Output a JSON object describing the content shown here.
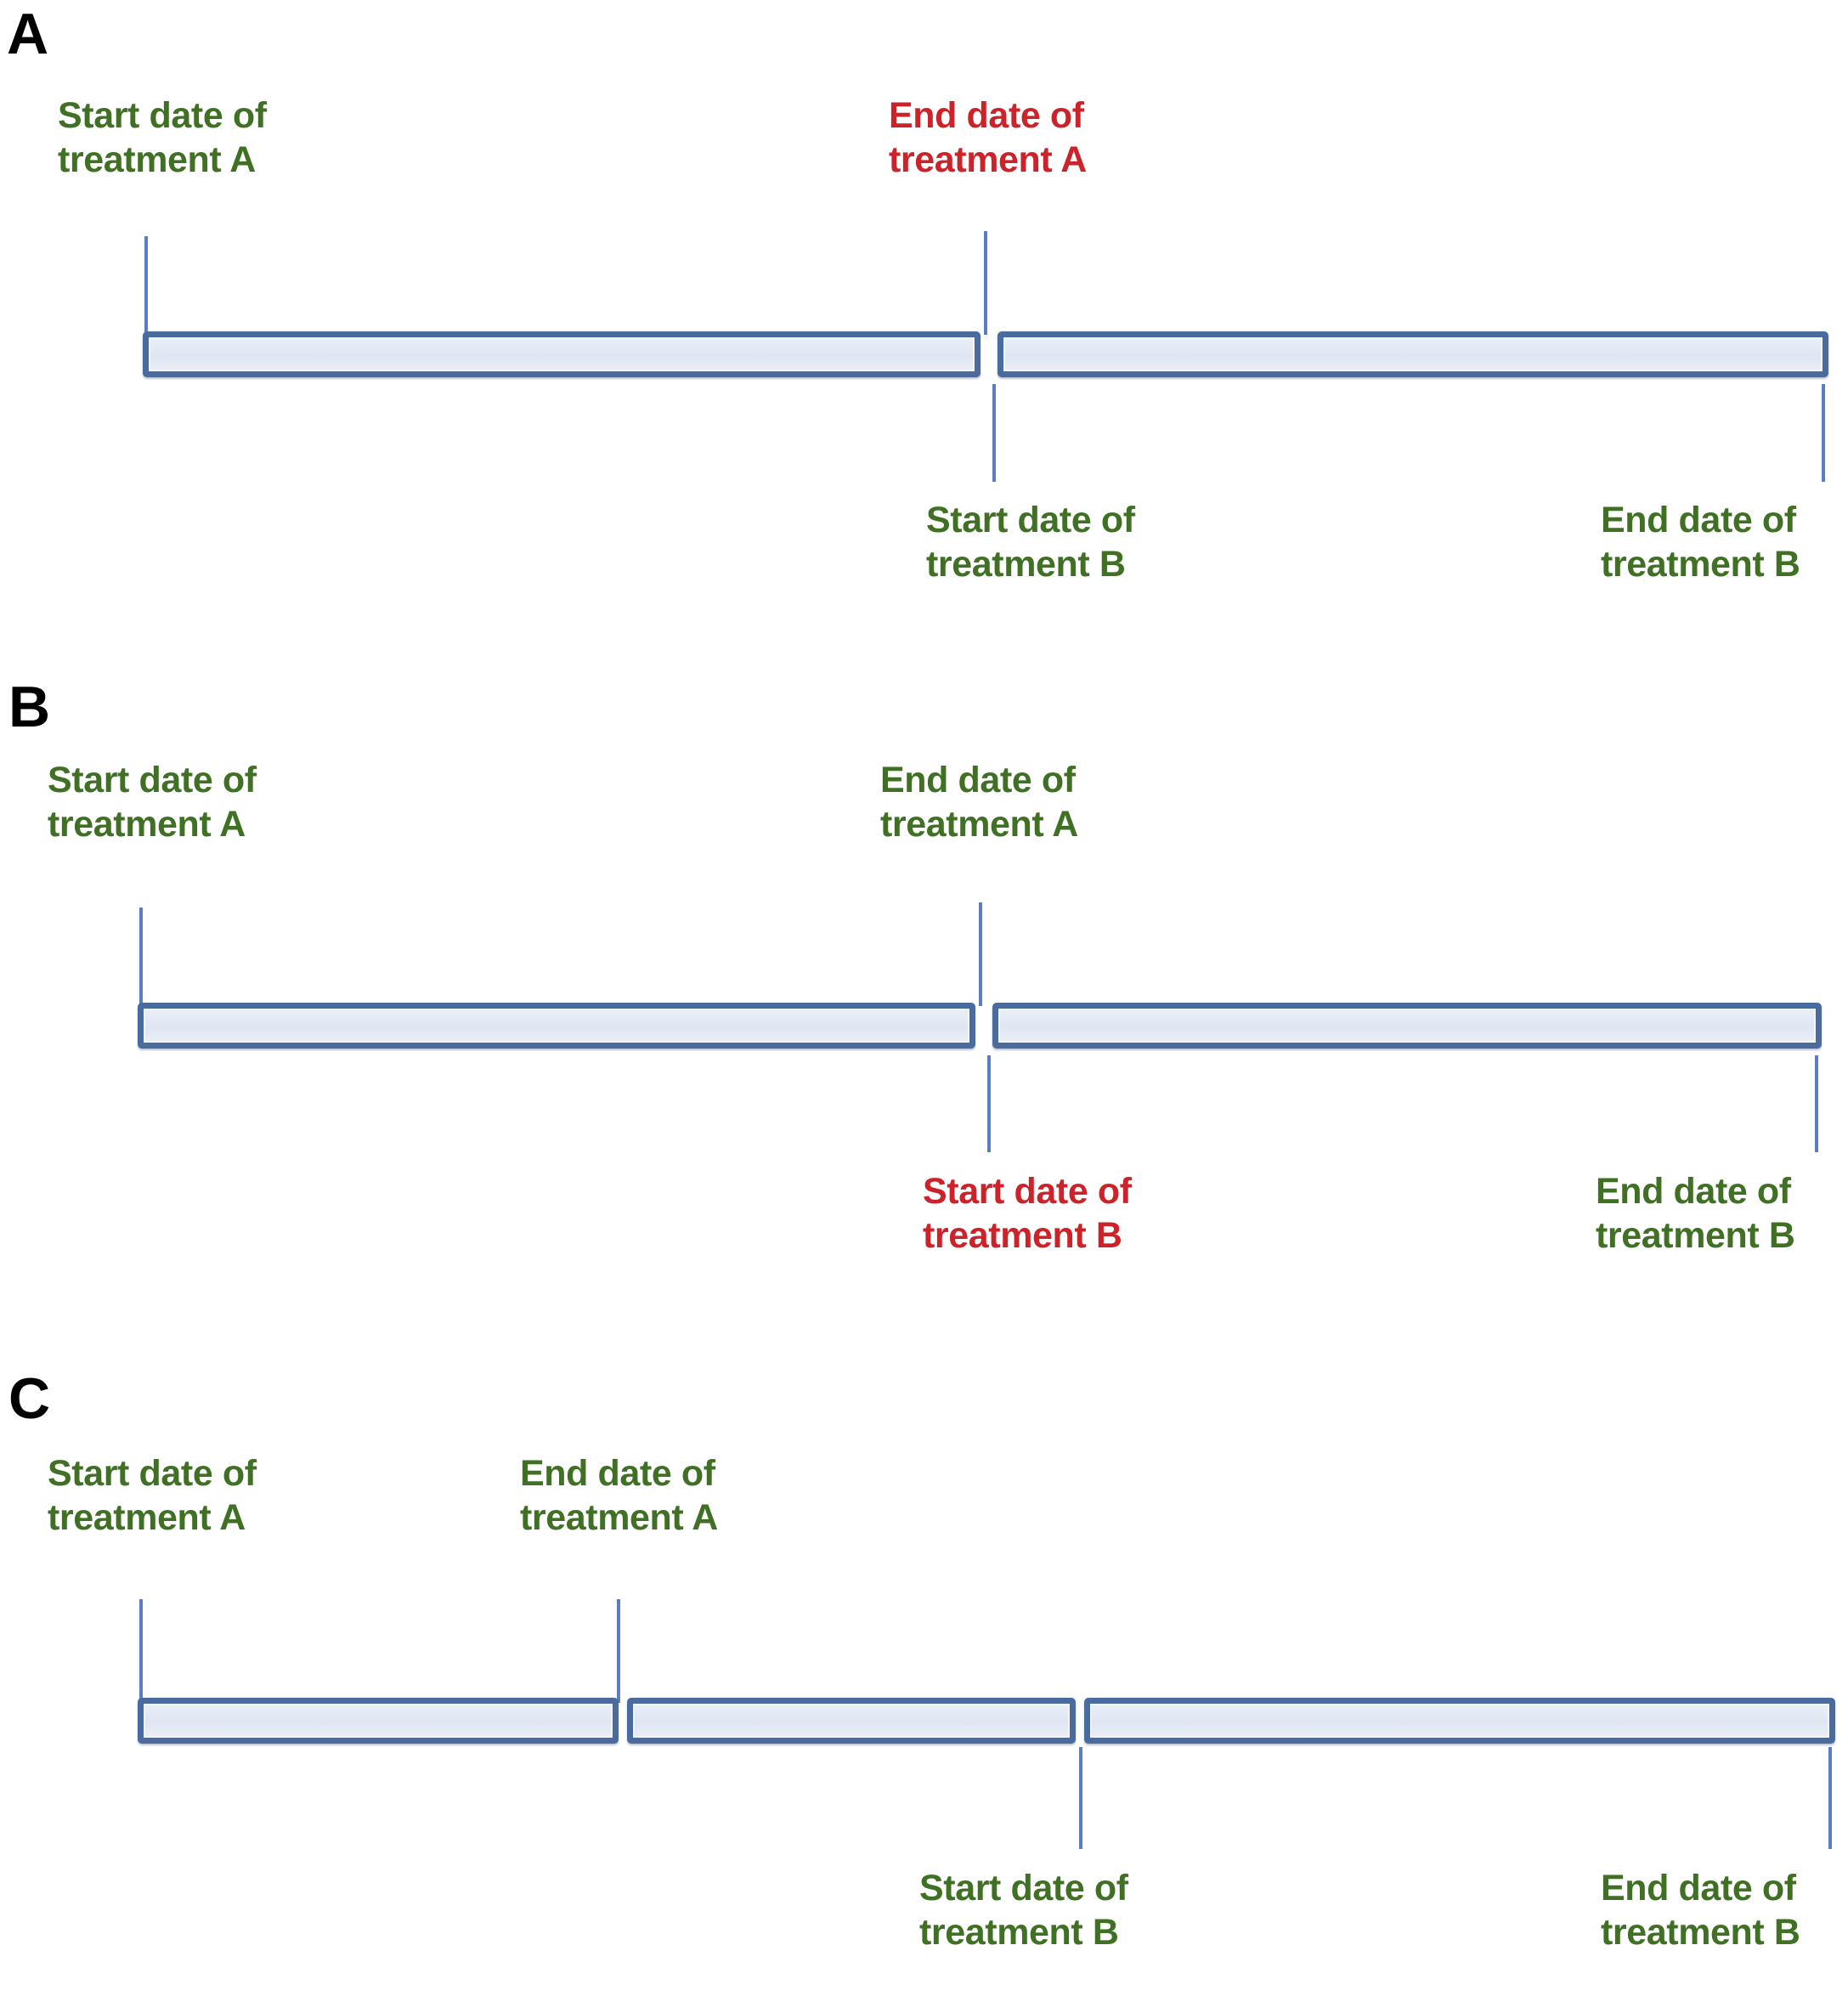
{
  "figure": {
    "type": "timeline-diagram",
    "description": "Three-panel treatment timeline diagram illustrating start and end dates of treatment A and treatment B",
    "background_color": "#FFFFFF",
    "colors": {
      "green": "#3F7024",
      "red": "#CC2229",
      "bar_border": "#4A6B9E",
      "bar_fill": "#E3E9F5",
      "leader_line": "#5B7CC0",
      "panel_letter": "#000000"
    }
  },
  "panels": [
    {
      "letter": "A",
      "labels_above": [
        {
          "text": "Start date of\ntreatment A",
          "color": "green"
        },
        {
          "text": "End date of\ntreatment A",
          "color": "red"
        }
      ],
      "labels_below": [
        {
          "text": "Start date of\ntreatment B",
          "color": "green"
        },
        {
          "text": "End date of\ntreatment B",
          "color": "green"
        }
      ],
      "segments": 2
    },
    {
      "letter": "B",
      "labels_above": [
        {
          "text": "Start date of\ntreatment A",
          "color": "green"
        },
        {
          "text": "End date of\ntreatment A",
          "color": "green"
        }
      ],
      "labels_below": [
        {
          "text": "Start date of\ntreatment B",
          "color": "red"
        },
        {
          "text": "End date of\ntreatment B",
          "color": "green"
        }
      ],
      "segments": 2
    },
    {
      "letter": "C",
      "labels_above": [
        {
          "text": "Start date of\ntreatment A",
          "color": "green"
        },
        {
          "text": "End date of\ntreatment A",
          "color": "green"
        }
      ],
      "labels_below": [
        {
          "text": "Start date of\ntreatment B",
          "color": "green"
        },
        {
          "text": "End date of\ntreatment B",
          "color": "green"
        }
      ],
      "segments": 3
    }
  ]
}
